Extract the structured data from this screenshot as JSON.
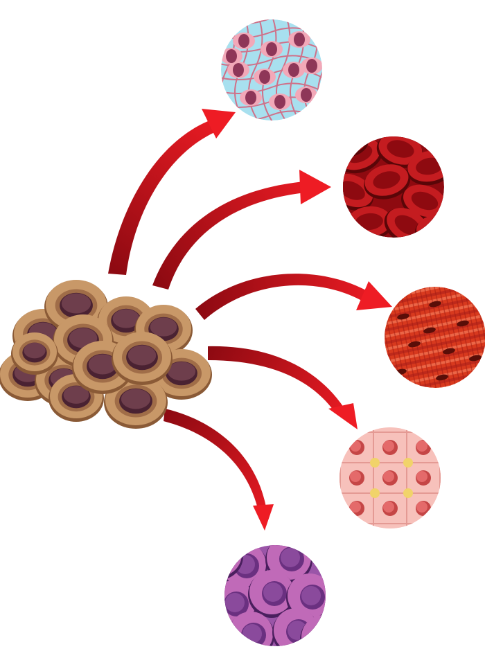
{
  "diagram": {
    "colors": {
      "background": "#ffffff",
      "arrow_dark": "#8e0a12",
      "arrow_bright": "#ee1c24",
      "stem_cell_body": "#c89868",
      "stem_cell_rim": "#8a5a36",
      "stem_cell_inner": "#a06d48",
      "stem_nucleus": "#6e3e4c",
      "stem_nucleus_dark": "#4a2232"
    },
    "source": {
      "name": "stem-cell-cluster",
      "cell_count": 13
    },
    "targets": [
      {
        "id": "bone",
        "icon": "bone-cell-tissue-icon",
        "colors": [
          "#a8e0ef",
          "#f2a8b8",
          "#c95a78",
          "#8e3658"
        ]
      },
      {
        "id": "blood",
        "icon": "red-blood-cell-tissue-icon",
        "colors": [
          "#b30f16",
          "#7a0a10",
          "#d42a2a",
          "#5a0608"
        ]
      },
      {
        "id": "muscle",
        "icon": "muscle-tissue-icon",
        "colors": [
          "#e34a2c",
          "#b8261a",
          "#f07050",
          "#7a1610"
        ]
      },
      {
        "id": "skin",
        "icon": "epithelial-tissue-icon",
        "colors": [
          "#f7c1bb",
          "#e46a6a",
          "#c54646",
          "#f1d36a"
        ]
      },
      {
        "id": "immune",
        "icon": "purple-cell-tissue-icon",
        "colors": [
          "#c06ab8",
          "#8a4a9c",
          "#6a3080",
          "#4a1f5e"
        ]
      }
    ]
  }
}
